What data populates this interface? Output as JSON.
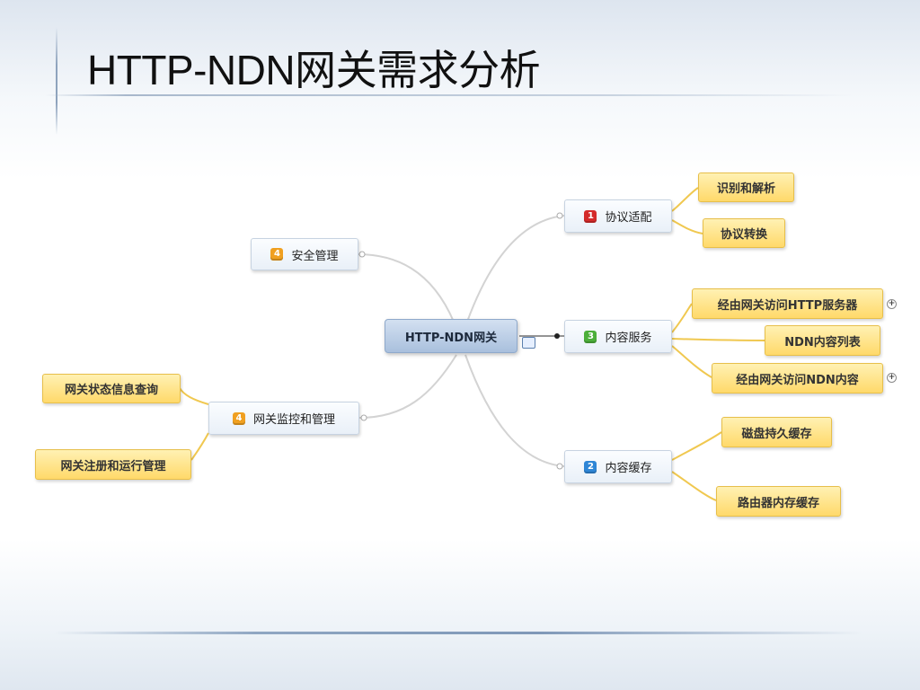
{
  "slide": {
    "title": "HTTP-NDN网关需求分析"
  },
  "mindmap": {
    "root": {
      "label": "HTTP-NDN网关"
    },
    "branches": {
      "protocol": {
        "label": "协议适配",
        "badge": "1",
        "badge_color": "#d42a2a",
        "children": [
          "识别和解析",
          "协议转换"
        ]
      },
      "content_service": {
        "label": "内容服务",
        "badge": "3",
        "badge_color": "#4caf3a",
        "children": [
          "经由网关访问HTTP服务器",
          "NDN内容列表",
          "经由网关访问NDN内容"
        ]
      },
      "content_cache": {
        "label": "内容缓存",
        "badge": "2",
        "badge_color": "#2f86d6",
        "children": [
          "磁盘持久缓存",
          "路由器内存缓存"
        ]
      },
      "security": {
        "label": "安全管理",
        "badge": "4",
        "badge_color": "#f0a020",
        "children": []
      },
      "monitor": {
        "label": "网关监控和管理",
        "badge": "4",
        "badge_color": "#f0a020",
        "children": [
          "网关状态信息查询",
          "网关注册和运行管理"
        ]
      }
    },
    "icons": {
      "expand": "+",
      "note": "note-icon"
    }
  }
}
